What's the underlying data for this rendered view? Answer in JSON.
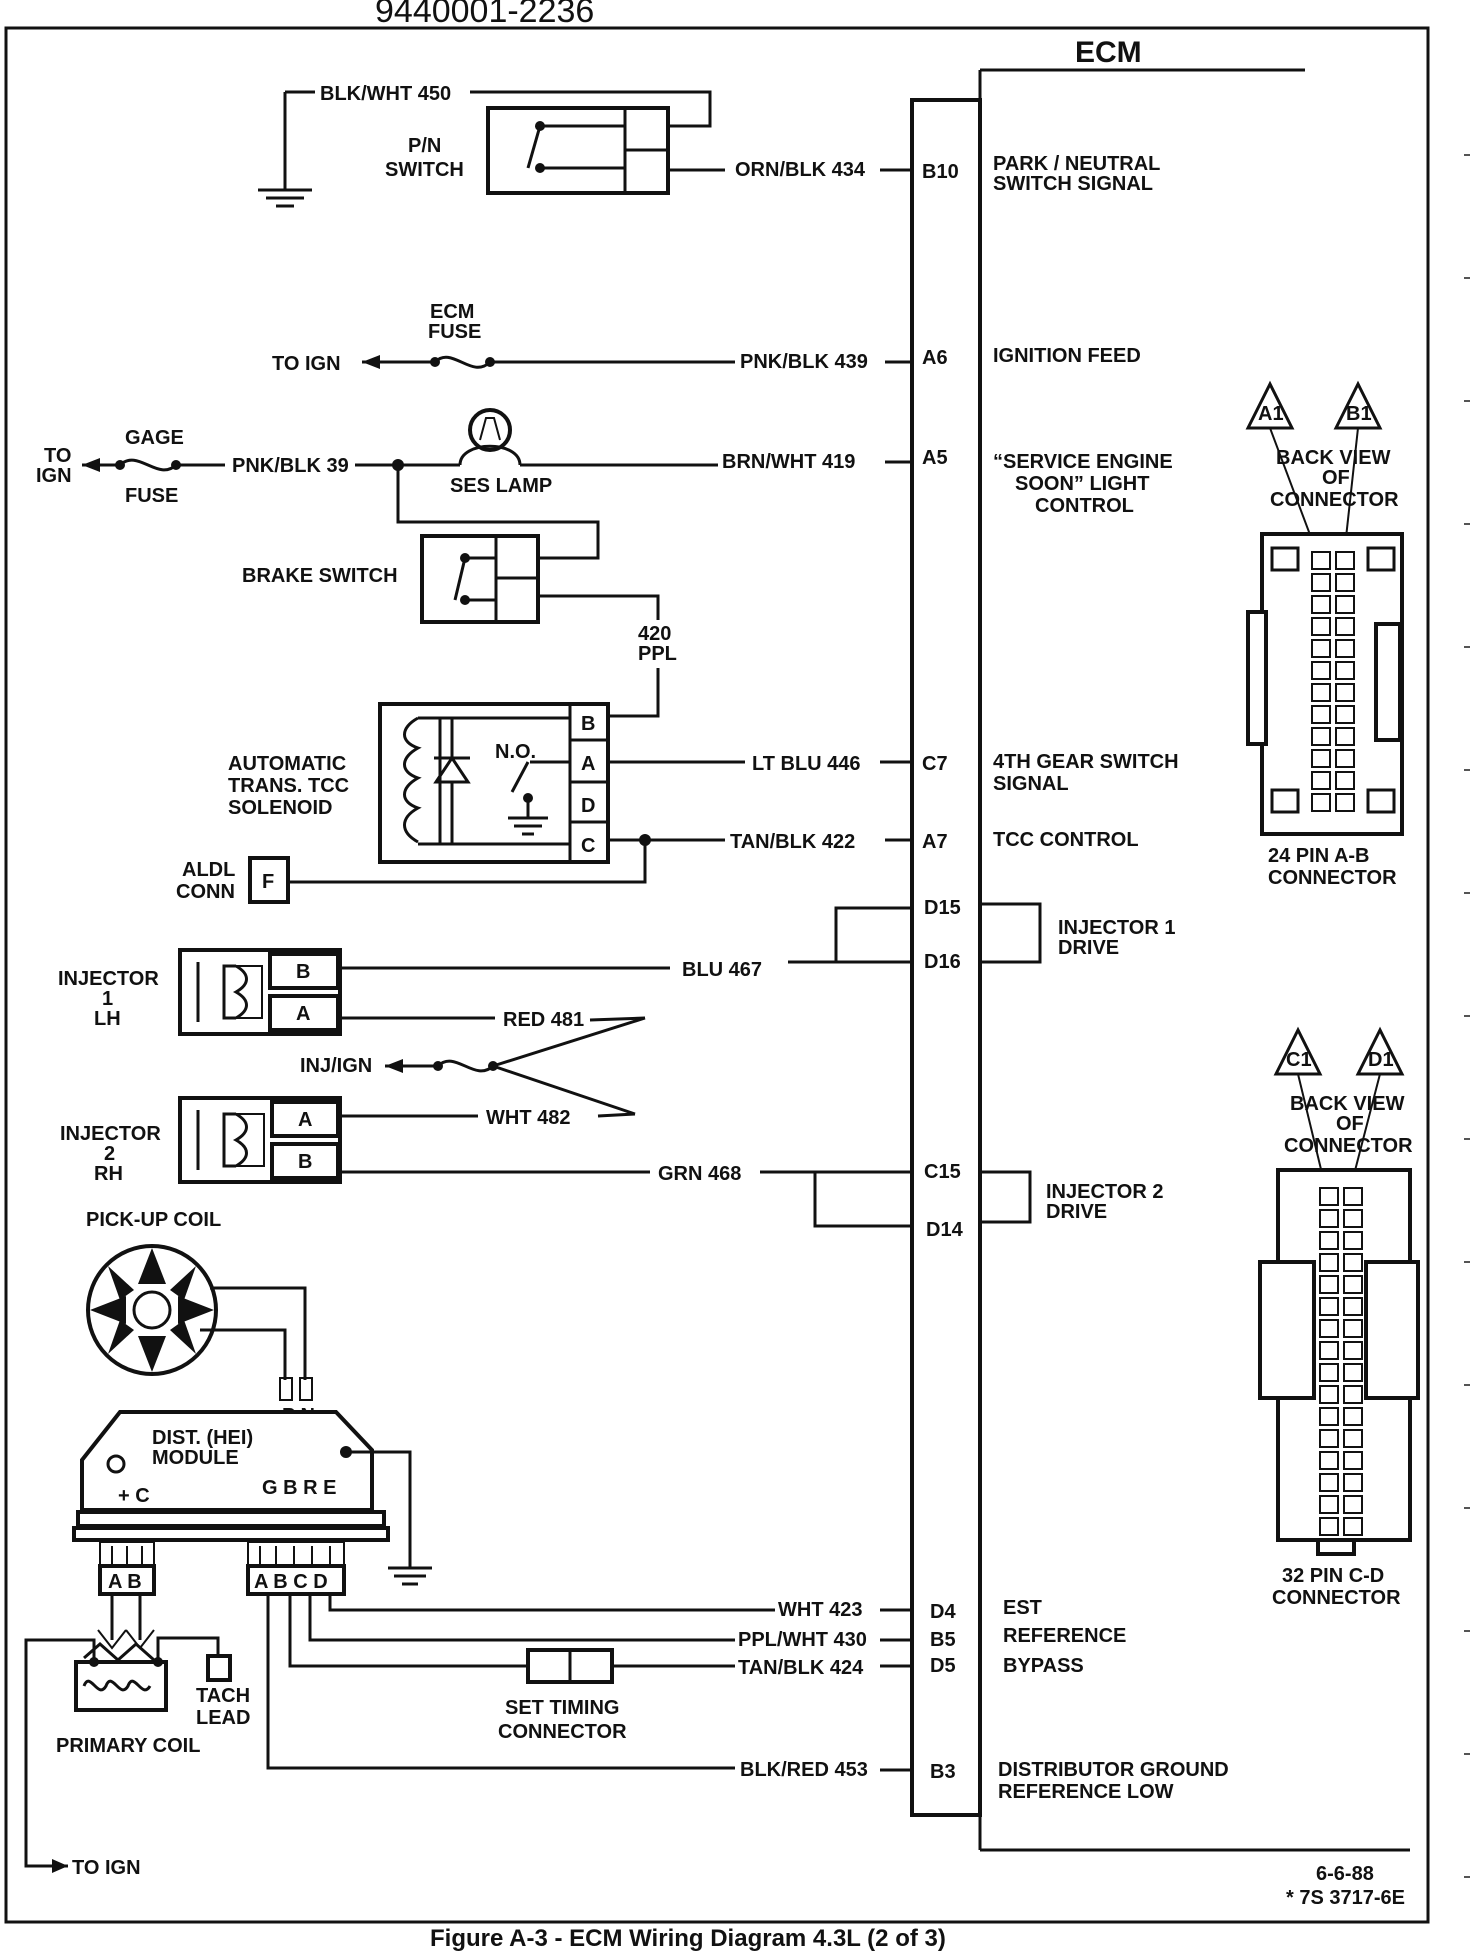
{
  "header_scrawl": "9440001-2236",
  "ecm_title": "ECM",
  "caption": "Figure A-3 - ECM Wiring Diagram 4.3L (2 of 3)",
  "date_code": "6-6-88",
  "ref_code": "* 7S 3717-6E",
  "pn_switch": {
    "wire_top": "BLK/WHT 450",
    "label_1": "P/N",
    "label_2": "SWITCH",
    "wire": "ORN/BLK 434",
    "pin": "B10",
    "desc_1": "PARK / NEUTRAL",
    "desc_2": "SWITCH SIGNAL"
  },
  "ecm_fuse": {
    "label_1": "ECM",
    "label_2": "FUSE",
    "to": "TO IGN",
    "wire": "PNK/BLK 439",
    "pin": "A6",
    "desc_1": "IGNITION FEED"
  },
  "ses": {
    "to_1": "TO",
    "to_2": "IGN",
    "fuse_1": "GAGE",
    "fuse_2": "FUSE",
    "wire_in": "PNK/BLK 39",
    "lamp": "SES LAMP",
    "wire": "BRN/WHT 419",
    "pin": "A5",
    "desc_1": "“SERVICE ENGINE",
    "desc_2": "SOON” LIGHT",
    "desc_3": "CONTROL"
  },
  "brake": {
    "label": "BRAKE SWITCH",
    "wire_1": "420",
    "wire_2": "PPL"
  },
  "tcc": {
    "label_1": "AUTOMATIC",
    "label_2": "TRANS. TCC",
    "label_3": "SOLENOID",
    "no": "N.O.",
    "pins": [
      "B",
      "A",
      "D",
      "C"
    ],
    "wire_a": "LT BLU 446",
    "pin_a": "C7",
    "desc_a_1": "4TH GEAR SWITCH",
    "desc_a_2": "SIGNAL",
    "wire_c": "TAN/BLK 422",
    "pin_c": "A7",
    "desc_c": "TCC CONTROL"
  },
  "aldl": {
    "label_1": "ALDL",
    "label_2": "CONN",
    "pin": "F"
  },
  "inj1": {
    "label_1": "INJECTOR",
    "label_2": "1",
    "label_3": "LH",
    "pin_b": "B",
    "pin_a": "A",
    "wire_b": "BLU 467",
    "wire_a": "RED 481",
    "ecm_pin_1": "D15",
    "ecm_pin_2": "D16",
    "desc_1": "INJECTOR 1",
    "desc_2": "DRIVE"
  },
  "inj_ign": "INJ/IGN",
  "inj2": {
    "label_1": "INJECTOR",
    "label_2": "2",
    "label_3": "RH",
    "pin_a": "A",
    "pin_b": "B",
    "wire_a": "WHT 482",
    "wire_b": "GRN 468",
    "ecm_pin_1": "C15",
    "ecm_pin_2": "D14",
    "desc_1": "INJECTOR 2",
    "desc_2": "DRIVE"
  },
  "pickup": {
    "label": "PICK-UP COIL",
    "pn": "P N"
  },
  "module": {
    "label_1": "DIST. (HEI)",
    "label_2": "MODULE",
    "plus_c": "+ C",
    "gbre": "G B R E",
    "ab": "A B",
    "abcd": "A B C D"
  },
  "primary": {
    "label": "PRIMARY COIL",
    "tach_1": "TACH",
    "tach_2": "LEAD",
    "to_ign": "TO IGN"
  },
  "timing": {
    "label_1": "SET TIMING",
    "label_2": "CONNECTOR"
  },
  "est": {
    "wire": "WHT 423",
    "pin": "D4",
    "desc": "EST"
  },
  "ref": {
    "wire": "PPL/WHT 430",
    "pin": "B5",
    "desc": "REFERENCE"
  },
  "bypass": {
    "wire": "TAN/BLK 424",
    "pin": "D5",
    "desc": "BYPASS"
  },
  "dgnd": {
    "wire": "BLK/RED 453",
    "pin": "B3",
    "desc_1": "DISTRIBUTOR GROUND",
    "desc_2": "REFERENCE LOW"
  },
  "conn24": {
    "tri_1": "A1",
    "tri_2": "B1",
    "view_1": "BACK VIEW",
    "view_2": "OF",
    "view_3": "CONNECTOR",
    "label_1": "24 PIN  A-B",
    "label_2": "CONNECTOR"
  },
  "conn32": {
    "tri_1": "C1",
    "tri_2": "D1",
    "view_1": "BACK VIEW",
    "view_2": "OF",
    "view_3": "CONNECTOR",
    "label_1": "32  PIN C-D",
    "label_2": "CONNECTOR"
  }
}
